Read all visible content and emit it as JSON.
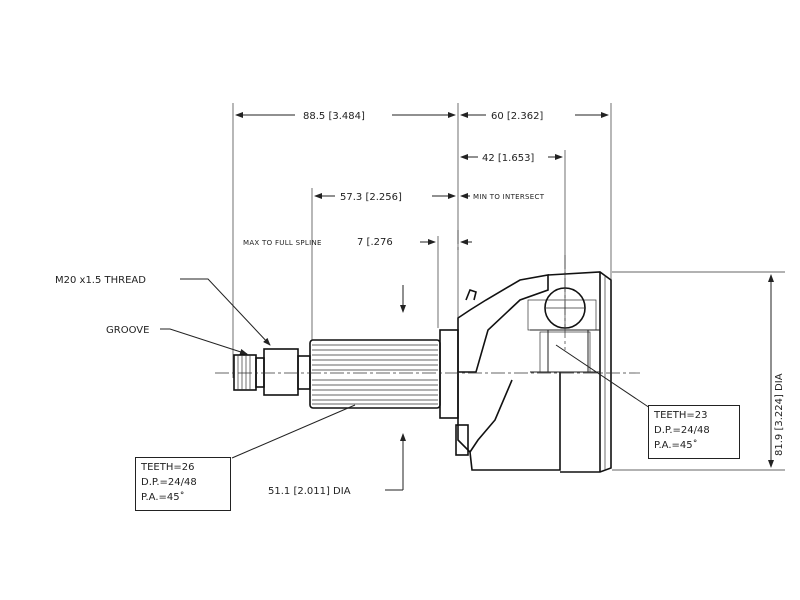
{
  "dimensions": {
    "overall_length": "88.5 [3.484]",
    "bell_length": "60 [2.362]",
    "ball_center_offset": "42 [1.653]",
    "spline_length": "57.3 [2.256]",
    "min_to_intersect": "MIN TO INTERSECT",
    "max_to_full_spline": "MAX TO FULL SPLINE",
    "max_to_full_spline_value": "7 [.276",
    "outer_diameter": "81.9 [3.224] DIA",
    "seal_diameter": "51.1 [2.011] DIA"
  },
  "callouts": {
    "thread": "M20 x1.5 THREAD",
    "groove": "GROOVE"
  },
  "outer_spline_spec": {
    "teeth": "TEETH=26",
    "dp": "D.P.=24/48",
    "pa": "P.A.=45˚"
  },
  "inner_spline_spec": {
    "teeth": "TEETH=23",
    "dp": "D.P.=24/48",
    "pa": "P.A.=45˚"
  },
  "colors": {
    "line": "#222222",
    "background": "#ffffff"
  }
}
